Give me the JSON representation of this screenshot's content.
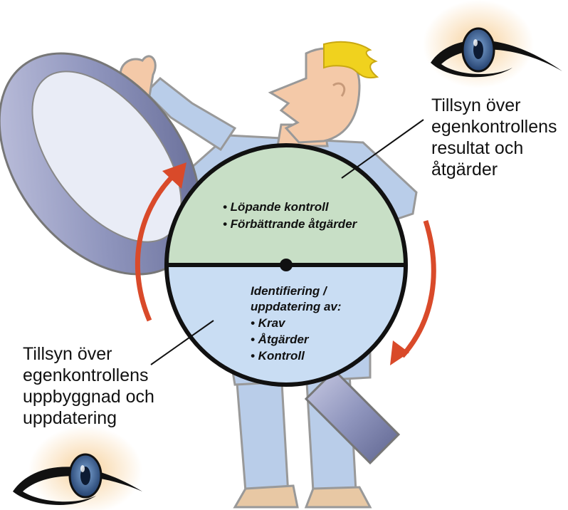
{
  "colors": {
    "top_half": "#c8dfc6",
    "bottom_half": "#c9ddf3",
    "arrows": "#d94a2a",
    "clothing": "#b7cce8",
    "skin": "#f4c9a8",
    "hair": "#f0d21e",
    "lens_frame": "#9aa0c4",
    "iris": "#3a5f93"
  },
  "top_half": {
    "bullets": [
      "• Löpande kontroll",
      "• Förbättrande åtgärder"
    ]
  },
  "bottom_half": {
    "heading": [
      "Identifiering /",
      "uppdatering av:"
    ],
    "bullets": [
      "• Krav",
      "• Åtgärder",
      "• Kontroll"
    ]
  },
  "label_top_right": {
    "lines": [
      "Tillsyn över",
      "egenkontrollens",
      "resultat och",
      "åtgärder"
    ]
  },
  "label_bottom_left": {
    "lines": [
      "Tillsyn över",
      "egenkontrollens",
      "uppbyggnad och",
      "uppdatering"
    ]
  },
  "icons": {
    "eye_top": "eye-icon",
    "eye_bottom": "eye-icon"
  }
}
